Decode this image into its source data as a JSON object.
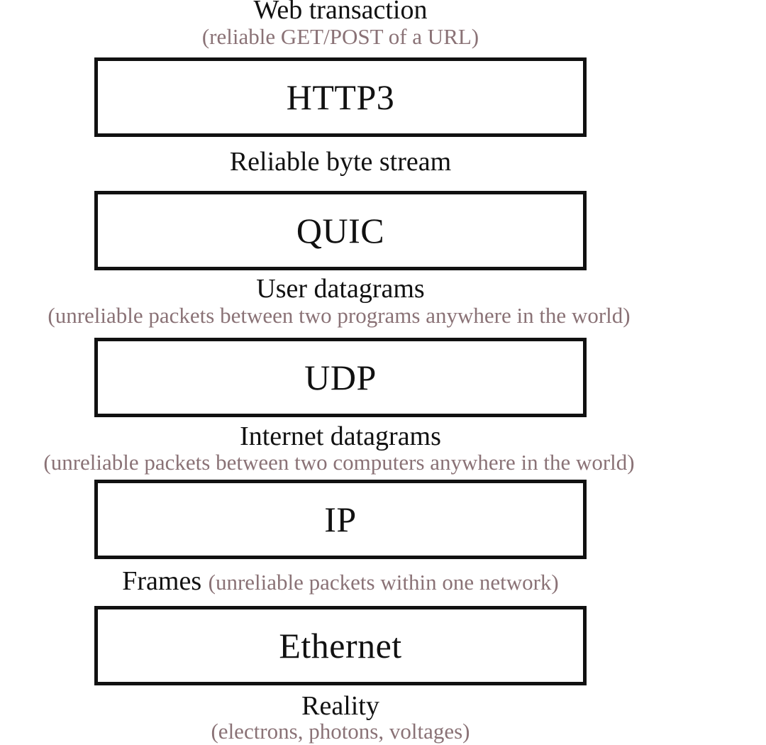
{
  "layers": [
    {
      "label": "Web transaction",
      "sub": "(reliable GET/POST of a URL)"
    },
    {
      "box": "HTTP3"
    },
    {
      "label": "Reliable byte stream"
    },
    {
      "box": "QUIC"
    },
    {
      "label": "User datagrams",
      "sub": "(unreliable packets between two programs anywhere in the world)"
    },
    {
      "box": "UDP"
    },
    {
      "label": "Internet datagrams",
      "sub": "(unreliable packets between two computers anywhere in the world)"
    },
    {
      "box": "IP"
    },
    {
      "label": "Frames",
      "sub": "(unreliable packets within one network)"
    },
    {
      "box": "Ethernet"
    },
    {
      "label": "Reality",
      "sub": "(electrons, photons, voltages)"
    }
  ]
}
